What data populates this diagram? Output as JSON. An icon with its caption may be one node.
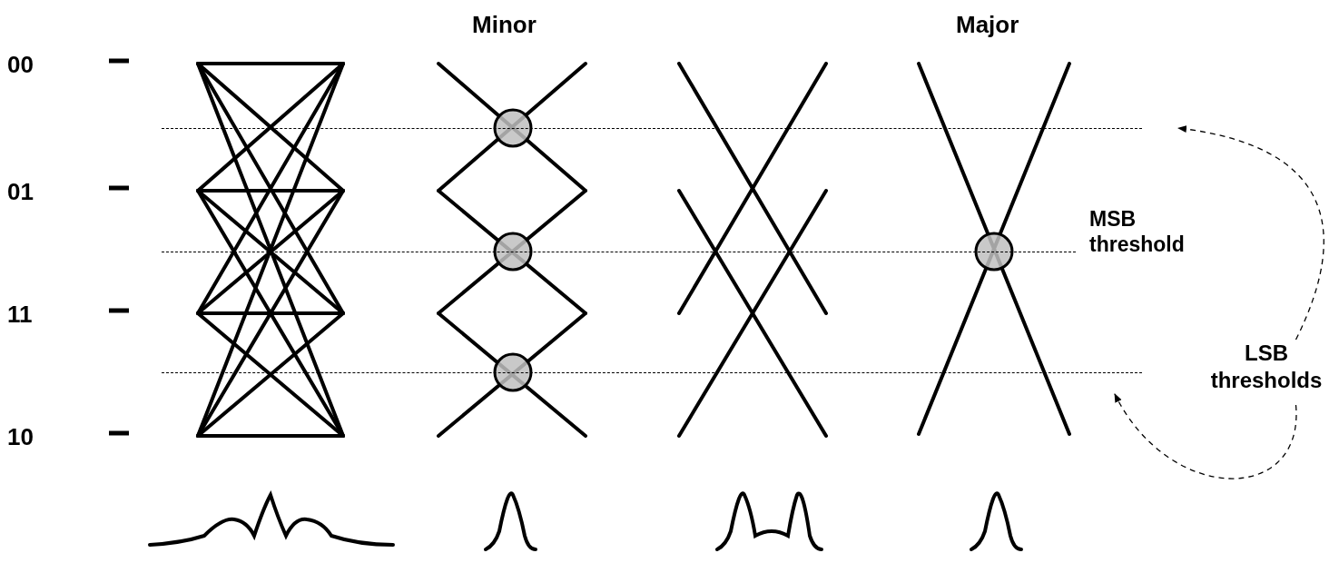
{
  "diagram": {
    "nodes": [
      {
        "text": [
          "LSB thresholds"
        ]
      },
      {
        "text": [],
        "shape": "line"
      },
      {
        "text": [],
        "shape": "line"
      }
    ],
    "edges": [
      {
        "from": 0,
        "to": 1,
        "arrow": "to",
        "style": "dashed"
      },
      {
        "from": 0,
        "to": 2,
        "arrow": "to",
        "style": "dashed"
      }
    ],
    "labels": [
      "Minor",
      "Major",
      "00",
      "01",
      "11",
      "10",
      "MSB threshold"
    ]
  }
}
